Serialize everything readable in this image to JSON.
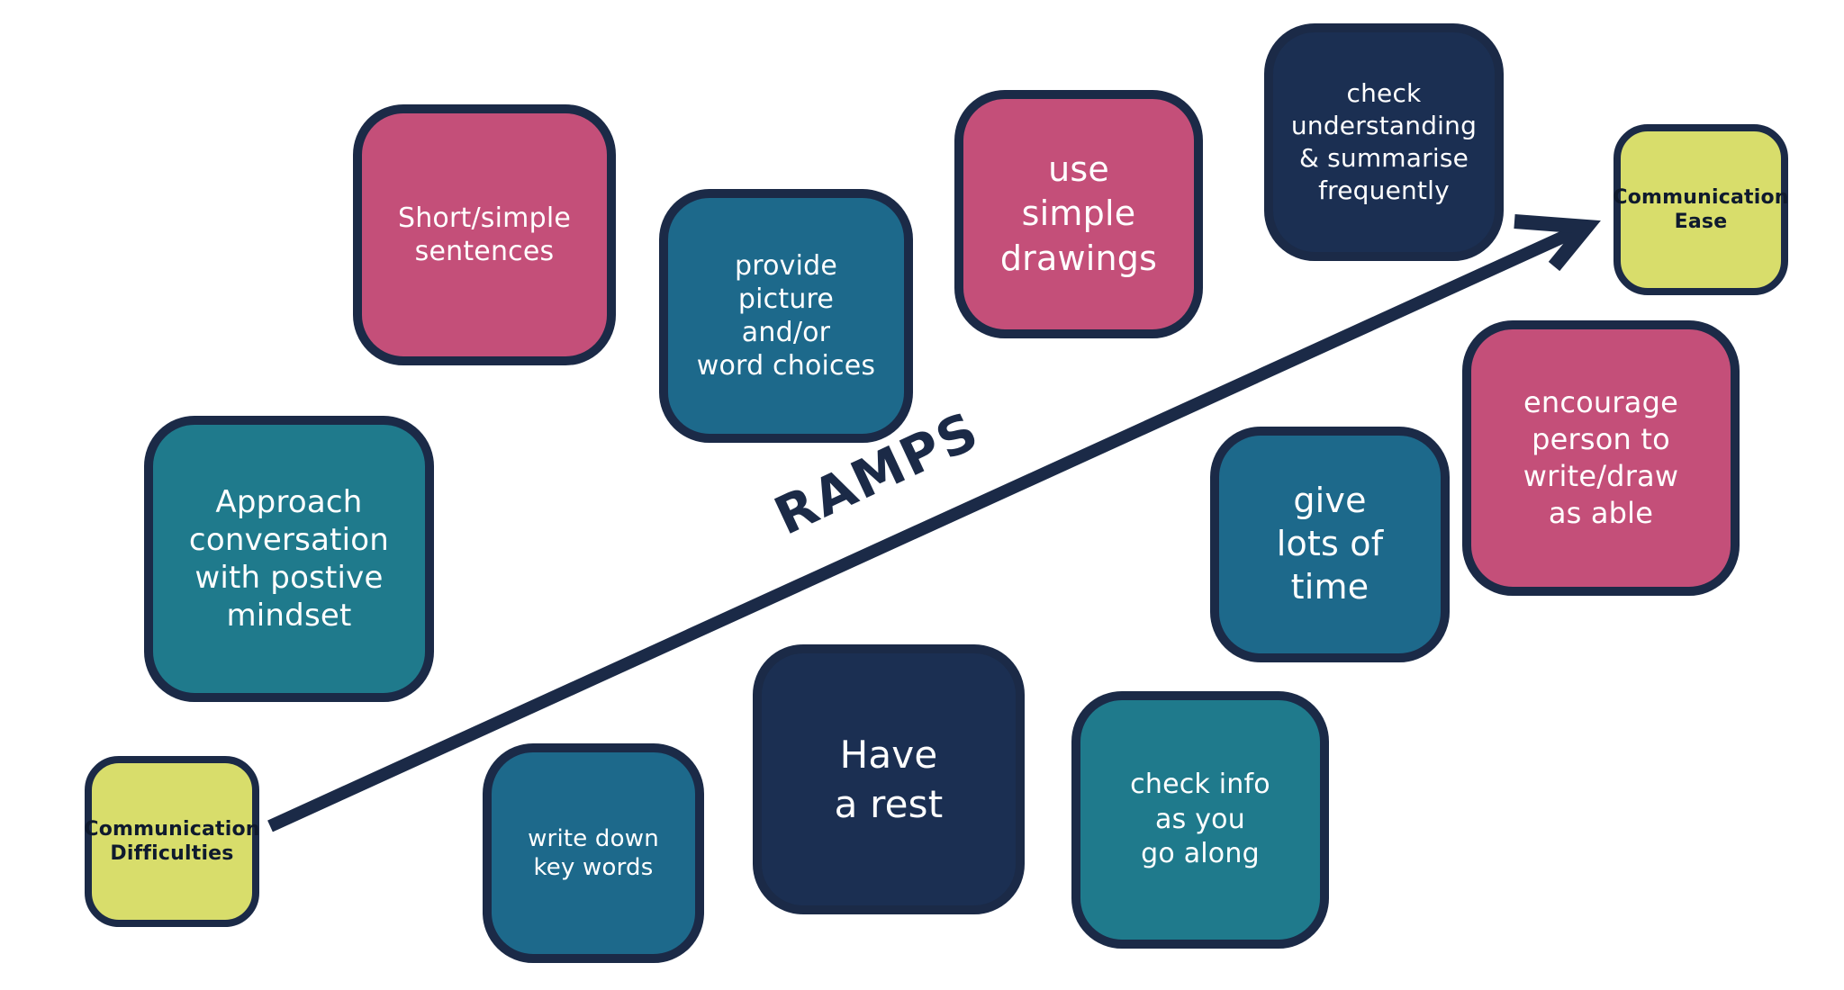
{
  "diagram": {
    "label": "RAMPS",
    "start": "Communication\nDifficulties",
    "end": "Communication\nEase",
    "cards": [
      {
        "id": "short-simple",
        "text": "Short/simple\nsentences",
        "color": "#c44f79"
      },
      {
        "id": "picture-choices",
        "text": "provide\npicture\nand/or\nword choices",
        "color": "#1d698b"
      },
      {
        "id": "simple-drawings",
        "text": "use\nsimple\ndrawings",
        "color": "#c44f79"
      },
      {
        "id": "check-understanding",
        "text": "check\nunderstanding\n& summarise\nfrequently",
        "color": "#1b2f52"
      },
      {
        "id": "approach-positive",
        "text": "Approach\nconversation\nwith postive\nmindset",
        "color": "#1f7a8c"
      },
      {
        "id": "lots-of-time",
        "text": "give\nlots of\ntime",
        "color": "#1d698b"
      },
      {
        "id": "encourage-write",
        "text": "encourage\nperson to\nwrite/draw\nas able",
        "color": "#c44f79"
      },
      {
        "id": "write-key-words",
        "text": "write down\nkey words",
        "color": "#1d698b"
      },
      {
        "id": "have-rest",
        "text": "Have\na rest",
        "color": "#1b2f52"
      },
      {
        "id": "check-info",
        "text": "check info\nas you\ngo along",
        "color": "#1f7a8c"
      }
    ],
    "colors": {
      "outline": "#1b2a47",
      "lime": "#d8dd6b"
    }
  }
}
